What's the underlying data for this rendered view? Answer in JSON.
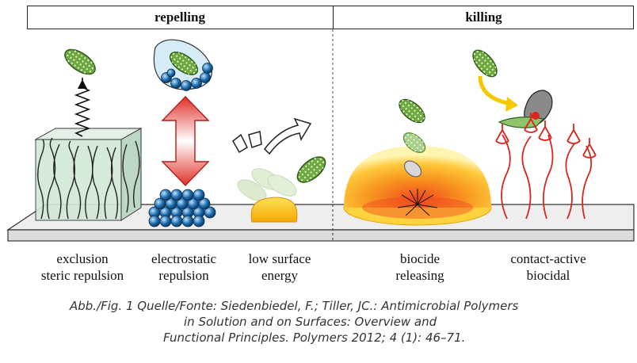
{
  "headers": {
    "left": "repelling",
    "right": "killing"
  },
  "mechanisms": [
    {
      "lines": [
        "exclusion",
        "steric repulsion"
      ]
    },
    {
      "lines": [
        "electrostatic",
        "repulsion"
      ]
    },
    {
      "lines": [
        "low surface",
        "energy"
      ]
    },
    {
      "lines": [
        "biocide",
        "releasing"
      ]
    },
    {
      "lines": [
        "contact-active",
        "biocidal"
      ]
    }
  ],
  "source": {
    "line1": "Abb./Fig. 1    Quelle/Fonte: Siedenbiedel, F.; Tiller, JC.: Antimicrobial Polymers",
    "line2": "in Solution and on Surfaces: Overview and",
    "line3": "Functional Principles. Polymers 2012; 4 (1): 46–71."
  },
  "colors": {
    "bacteria": "#6ea83e",
    "bacteria_dark": "#3d6e22",
    "ion_blue": "#1f6fb0",
    "arrow_red": "#e0302a",
    "dome_orange": "#f7931e",
    "dome_yellow": "#ffd23f",
    "polymer_red": "#d9261c",
    "surface": "#e8e8e8"
  }
}
